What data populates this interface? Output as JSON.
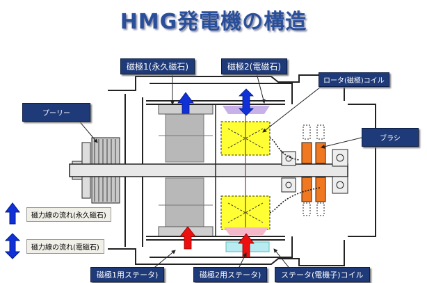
{
  "title": "HMG発電機の構造",
  "labels": {
    "pole1": "磁極1(永久磁石)",
    "pole2": "磁極2(電磁石)",
    "rotor_coil": "ロータ(磁極)コイル",
    "pulley": "プーリー",
    "brush": "ブラシ",
    "stator1": "磁極1用ステータ)",
    "stator2": "磁極2用ステータ)",
    "stator_coil": "ステータ(電機子)コイル"
  },
  "legend": {
    "permanent": "磁力線の流れ(永久磁石)",
    "electro": "磁力線の流れ(電磁石)"
  },
  "colors": {
    "title": "#2a4f9a",
    "label_bg": "#1f3a78",
    "magnet_gray": "#b8b8b8",
    "coil_yellow": "#ffff33",
    "brush_orange": "#f07820",
    "arrow_blue": "#1030d8",
    "arrow_red": "#ee1010",
    "lavender": "#c8b0e8",
    "pink": "#f4b8c8",
    "cyan": "#b8ecf0"
  }
}
